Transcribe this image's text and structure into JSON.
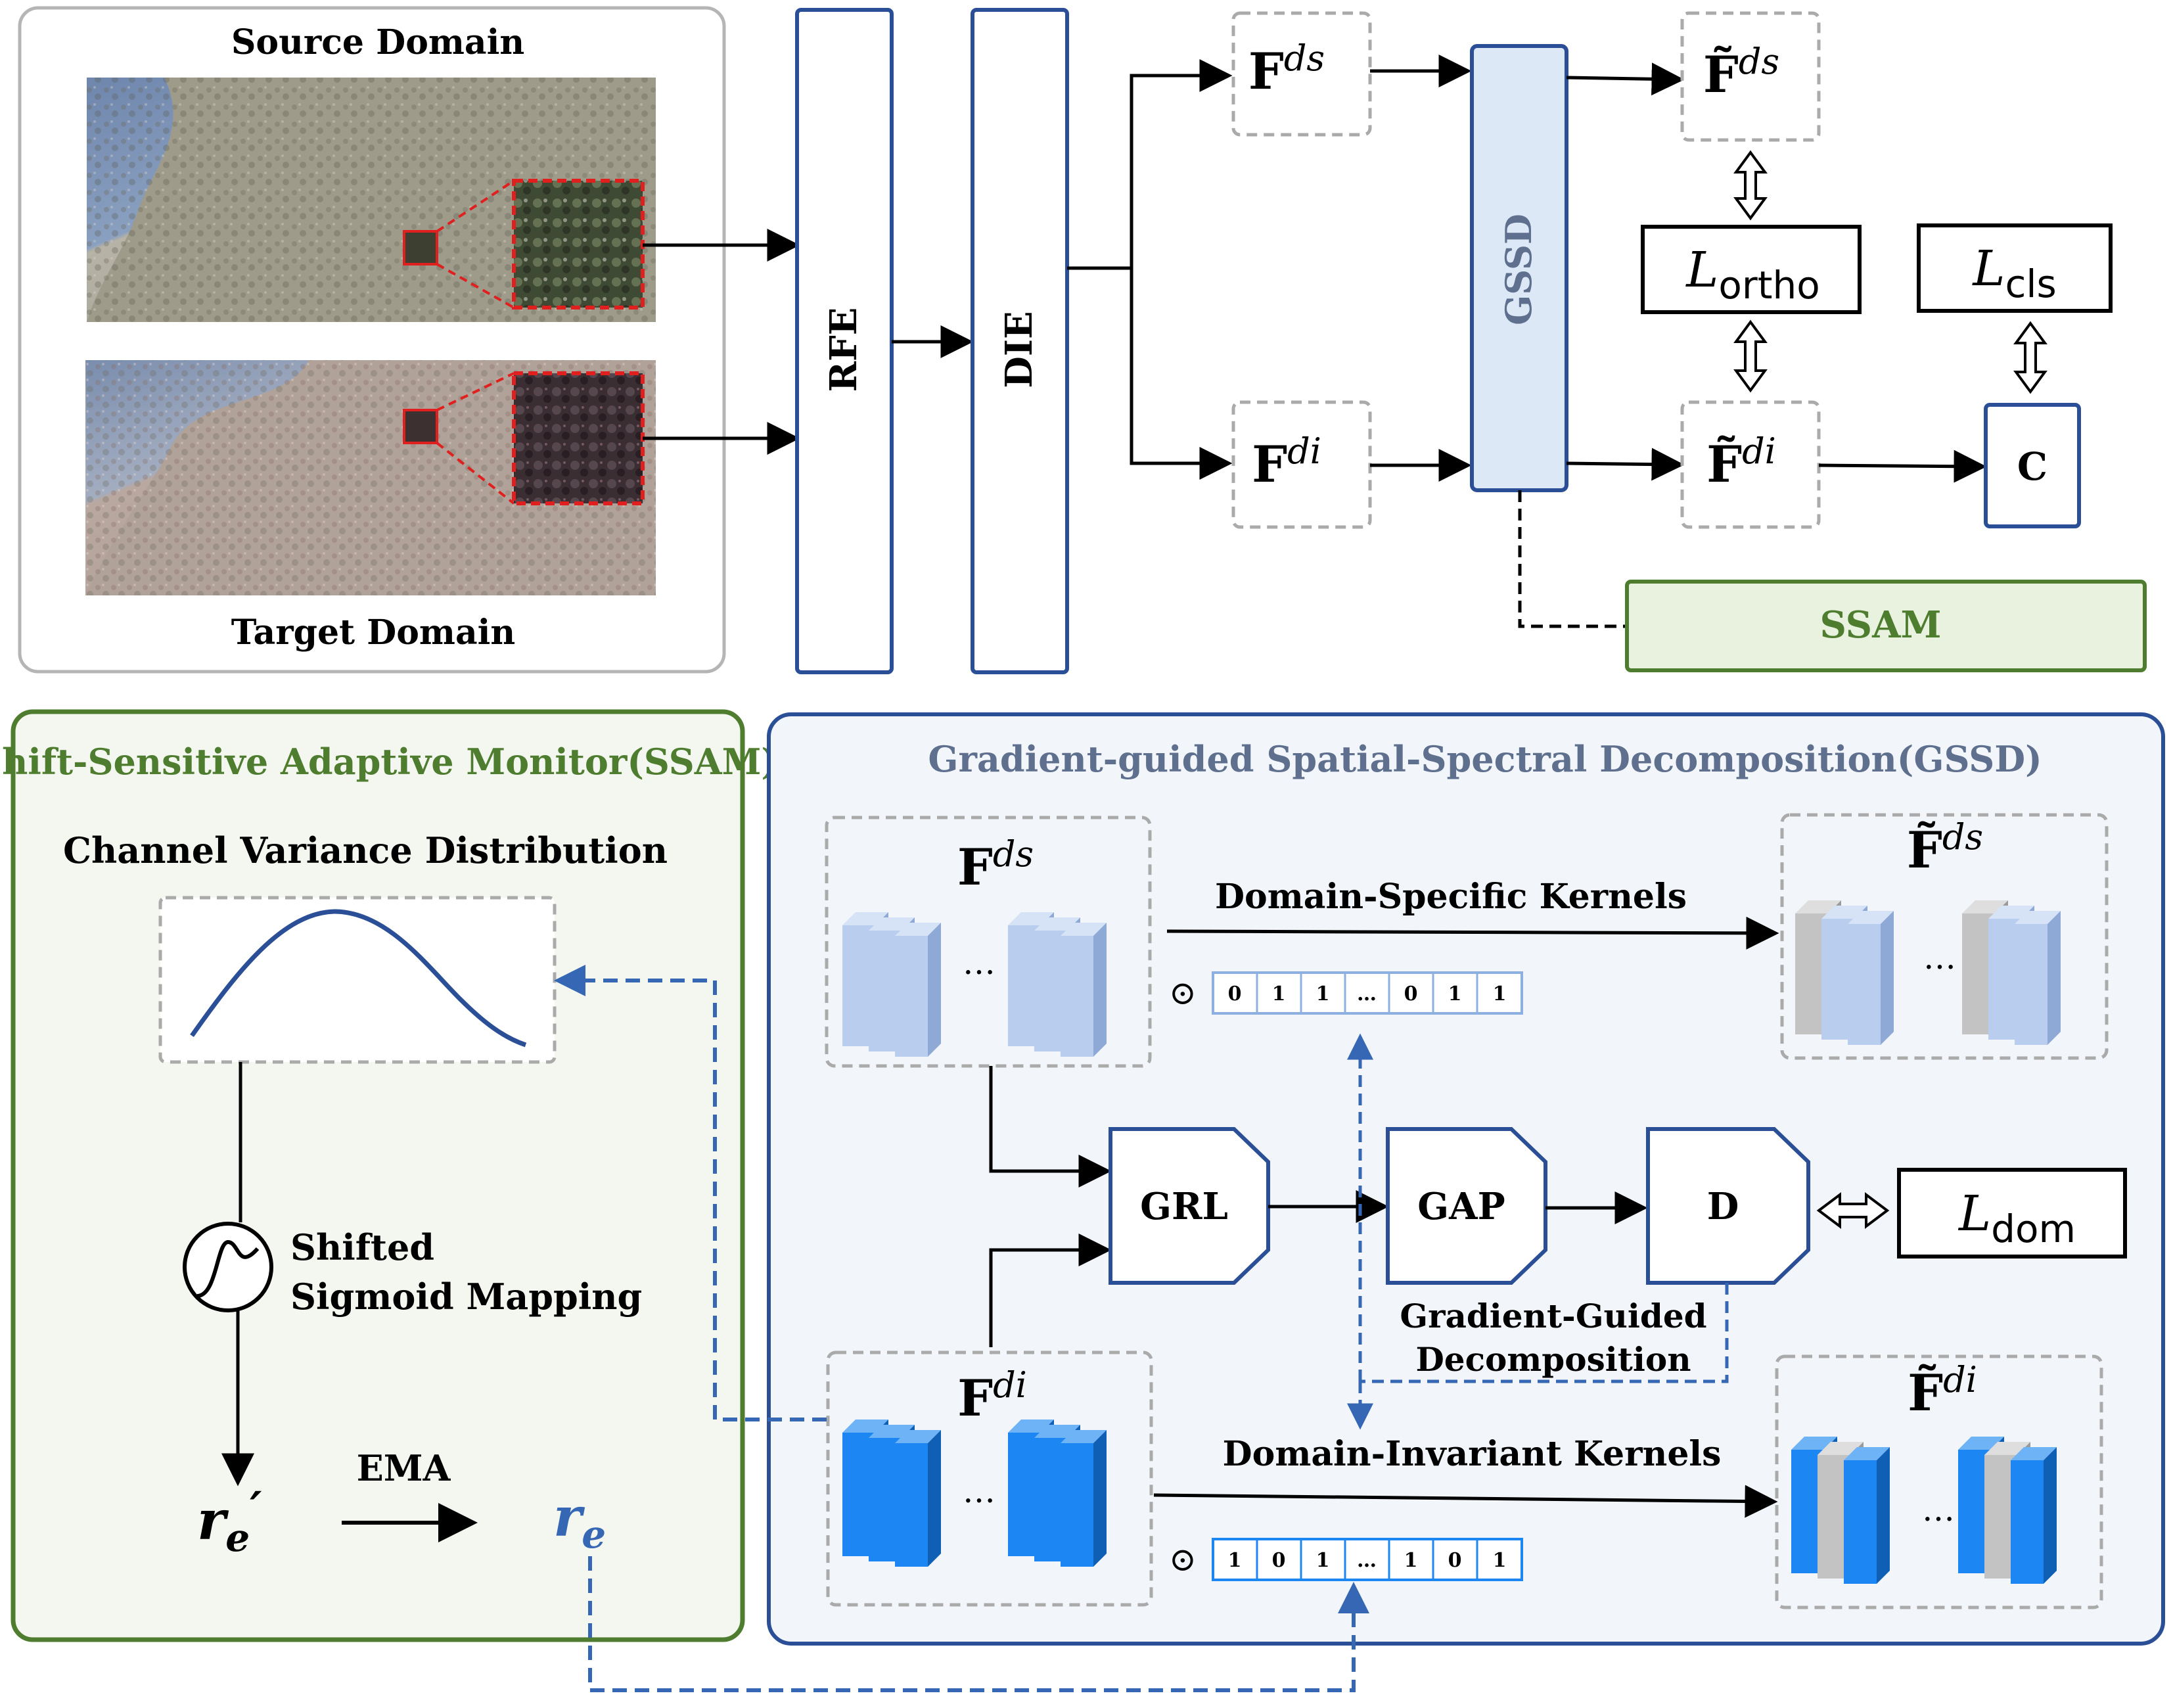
{
  "top": {
    "source_domain": "Source Domain",
    "target_domain": "Target Domain",
    "rfe": "RFE",
    "die": "DIE",
    "gssd": "GSSD",
    "ssam": "SSAM",
    "classifier": "C",
    "feat_ds": {
      "base": "F",
      "sup": "ds"
    },
    "feat_di": {
      "base": "F",
      "sup": "di"
    },
    "feat_ds_tilde": {
      "base": "F̃",
      "sup": "ds"
    },
    "feat_di_tilde": {
      "base": "F̃",
      "sup": "di"
    },
    "loss_ortho": {
      "base": "L",
      "sub": "ortho"
    },
    "loss_cls": {
      "base": "L",
      "sub": "cls"
    }
  },
  "ssam": {
    "title": "Shift-Sensitive Adaptive Monitor(SSAM)",
    "channel_variance": "Channel Variance Distribution",
    "shifted": "Shifted",
    "sigmoid_mapping": "Sigmoid Mapping",
    "ema": "EMA",
    "r_prime": {
      "base": "r",
      "sub": "e",
      "prime": "′"
    },
    "r": {
      "base": "r",
      "sub": "e"
    }
  },
  "gssd": {
    "title": "Gradient-guided Spatial-Spectral Decomposition(GSSD)",
    "feat_ds": {
      "base": "F",
      "sup": "ds"
    },
    "feat_di": {
      "base": "F",
      "sup": "di"
    },
    "feat_ds_tilde": {
      "base": "F̃",
      "sup": "ds"
    },
    "feat_di_tilde": {
      "base": "F̃",
      "sup": "di"
    },
    "ds_kernels": "Domain-Specific Kernels",
    "di_kernels": "Domain-Invariant Kernels",
    "grl": "GRL",
    "gap": "GAP",
    "d": "D",
    "loss_dom": {
      "base": "L",
      "sub": "dom"
    },
    "gg_decomp_1": "Gradient-Guided",
    "gg_decomp_2": "Decomposition",
    "odot": "⊙",
    "ellipsis": "…",
    "mask_ds": [
      "0",
      "1",
      "1",
      "…",
      "0",
      "1",
      "1"
    ],
    "mask_di": [
      "1",
      "0",
      "1",
      "…",
      "1",
      "0",
      "1"
    ]
  },
  "colors": {
    "blue_box": "#2b4f96",
    "green_box": "#4e7d2f",
    "ssam_fill": "#e8f2de",
    "gssd_panel": "#f2f6fb",
    "ssam_panel": "#f4f7ef",
    "dashed_blue": "#3567b5",
    "light_cube": "#b9cdee",
    "bright_cube": "#1c86f2",
    "gray_cube": "#c3c3c3"
  }
}
